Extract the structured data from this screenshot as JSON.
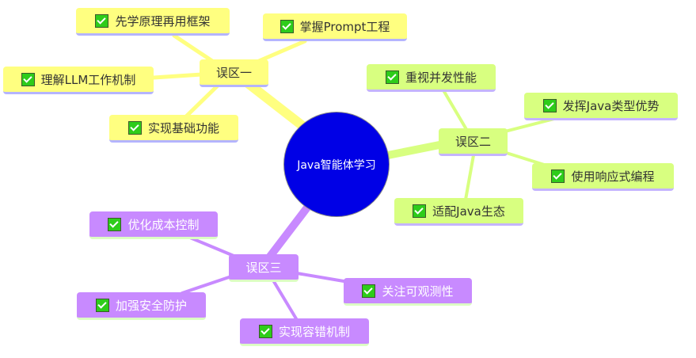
{
  "center": {
    "label": "Java智能体学习",
    "color": "#0000e6"
  },
  "branches": [
    {
      "label": "误区一",
      "color": "#ffff80",
      "children": [
        "先学原理再用框架",
        "掌握Prompt工程",
        "理解LLM工作机制",
        "实现基础功能"
      ]
    },
    {
      "label": "误区二",
      "color": "#d8ff80",
      "children": [
        "重视并发性能",
        "发挥Java类型优势",
        "使用响应式编程",
        "适配Java生态"
      ]
    },
    {
      "label": "误区三",
      "color": "#c88aff",
      "children": [
        "优化成本控制",
        "加强安全防护",
        "关注可观测性",
        "实现容错机制"
      ]
    }
  ]
}
